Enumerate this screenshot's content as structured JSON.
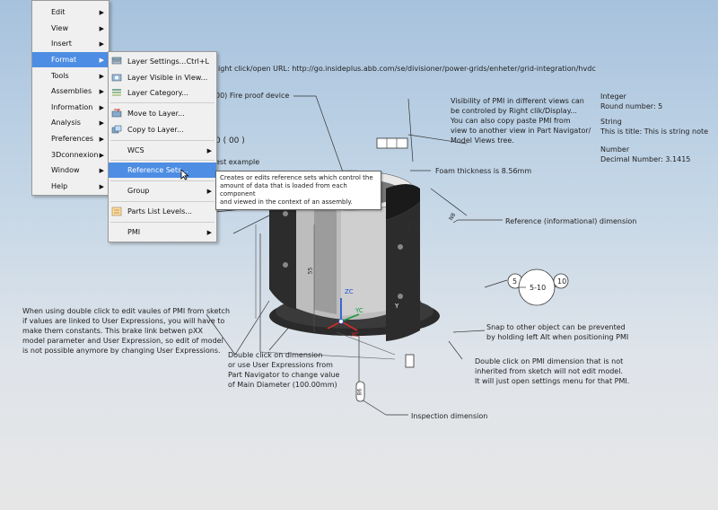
{
  "main_menu": {
    "items": [
      {
        "label": "Edit"
      },
      {
        "label": "View"
      },
      {
        "label": "Insert"
      },
      {
        "label": "Format"
      },
      {
        "label": "Tools"
      },
      {
        "label": "Assemblies"
      },
      {
        "label": "Information"
      },
      {
        "label": "Analysis"
      },
      {
        "label": "Preferences"
      },
      {
        "label": "3Dconnexion"
      },
      {
        "label": "Window"
      },
      {
        "label": "Help"
      }
    ]
  },
  "format_menu": {
    "items": [
      {
        "label": "Layer Settings...",
        "shortcut": "Ctrl+L"
      },
      {
        "label": "Layer Visible in View..."
      },
      {
        "label": "Layer Category..."
      },
      {
        "label": "Move to Layer..."
      },
      {
        "label": "Copy to Layer..."
      },
      {
        "label": "WCS"
      },
      {
        "label": "Reference Sets..."
      },
      {
        "label": "Group"
      },
      {
        "label": "Parts List Levels..."
      },
      {
        "label": "PMI"
      }
    ]
  },
  "tooltip": {
    "text": "Creates or edits reference sets which control the\namount of data that is loaded from each component\nand viewed in the context of an assembly."
  },
  "annotations": {
    "url_note": "ight click/open URL: http://go.insideplus.abb.com/se/divisioner/power-grids/enheter/grid-integration/hvdc",
    "fire_proof": "00)  Fire proof device",
    "zero_label": "0  ( 00 )",
    "est_example": "est example",
    "visibility_note": "Visibility of PMI in different views can\nbe controled by Right clik/Display...\nYou can also copy paste PMI from\nview to another view in Part Navigator/\nModel Views tree.",
    "integer_note": "Integer\nRound number: 5",
    "string_note": "String\nThis is title: This is string note",
    "number_note": "Number\nDecimal Number: 3.1415",
    "foam_note": "Foam thickness is 8.56mm",
    "reference_note": "Reference (informational) dimension",
    "double_click_sketch": "When using double click to edit vaules of PMI from sketch\nif values are linked to User Expressions, you will have to\nmake them constants. This brake link betwen pXX\nmodel parameter and User Expression, so edit of model\nis not possible anymore by changing User Expressions.",
    "double_click_dim": "Double click on dimension\nor use User Expressions from\nPart Navigator to change value\nof Main Diameter (100.00mm)",
    "snap_note": "Snap to other object can be prevented\nby holding left Alt when positioning PMI",
    "inherited_note": "Double click on PMI dimension that is not\ninherited from sketch will not edit model.\nIt will just open settings menu for that PMI.",
    "inspection_note": "Inspection dimension",
    "bubble_5": "5",
    "bubble_5_10": "5-10",
    "bubble_10": "10",
    "dim_55": "55",
    "dim_n8": "N8",
    "dim_86": "86",
    "axis_zc": "ZC",
    "axis_yc": "YC",
    "axis_xc": "XC",
    "axis_y": "Y"
  }
}
